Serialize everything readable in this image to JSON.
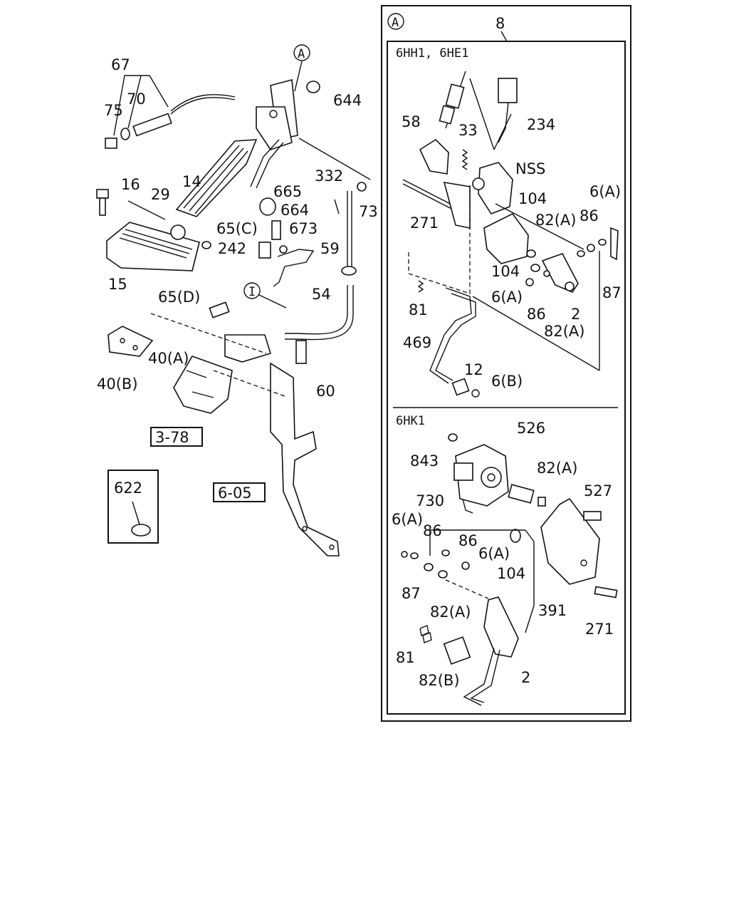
{
  "main_view": {
    "labels": [
      "67",
      "75",
      "70",
      "644",
      "14",
      "16",
      "29",
      "332",
      "665",
      "664",
      "73",
      "65(C)",
      "673",
      "59",
      "242",
      "15",
      "65(D)",
      "54",
      "40(A)",
      "40(B)",
      "60",
      "3-78",
      "6-05",
      "622"
    ],
    "callouts": {
      "A": "A",
      "I": "I"
    }
  },
  "detail_view": {
    "callout": "A",
    "assembly_ref": "8",
    "upper_panel": {
      "variant": "6HH1, 6HE1",
      "labels": [
        "58",
        "33",
        "234",
        "NSS",
        "104",
        "6(A)",
        "271",
        "82(A)",
        "86",
        "104",
        "81",
        "6(A)",
        "86",
        "2",
        "82(A)",
        "87",
        "469",
        "12",
        "6(B)"
      ]
    },
    "lower_panel": {
      "variant": "6HK1",
      "labels": [
        "526",
        "843",
        "82(A)",
        "527",
        "730",
        "6(A)",
        "86",
        "86",
        "6(A)",
        "104",
        "87",
        "82(A)",
        "391",
        "271",
        "81",
        "82(B)",
        "2"
      ]
    }
  }
}
